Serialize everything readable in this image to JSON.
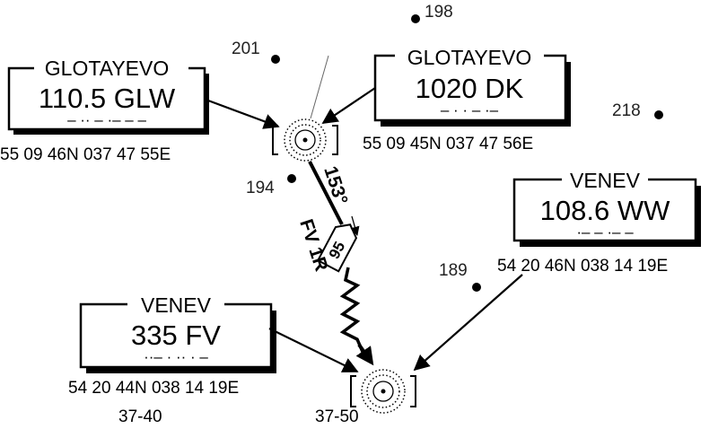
{
  "chart_type": "navaid-approach-segment",
  "colors": {
    "ink": "#000000",
    "background": "#ffffff"
  },
  "navaids": {
    "glw": {
      "name": "GLOTAYEVO",
      "freq": "110.5 GLW",
      "morse": "– ·· – ·– – –",
      "coords": "55 09 46N 037 47 55E"
    },
    "dk": {
      "name": "GLOTAYEVO",
      "freq": "1020 DK",
      "morse": "– · · – ·–",
      "coords": "55 09 45N 037 47 56E"
    },
    "ww": {
      "name": "VENEV",
      "freq": "108.6 WW",
      "morse": "·– – ·– –",
      "coords": "54 20 46N 038 14 19E"
    },
    "fv": {
      "name": "VENEV",
      "freq": "335 FV",
      "morse": "··– · ·· · –",
      "coords": "54 20 44N 038 14 19E"
    }
  },
  "spot_elevations": [
    "198",
    "201",
    "218",
    "194",
    "189"
  ],
  "route": {
    "course": "153°",
    "distance": "95",
    "airway": "FV 1R"
  },
  "grid_labels": [
    "37-40",
    "37-50"
  ]
}
